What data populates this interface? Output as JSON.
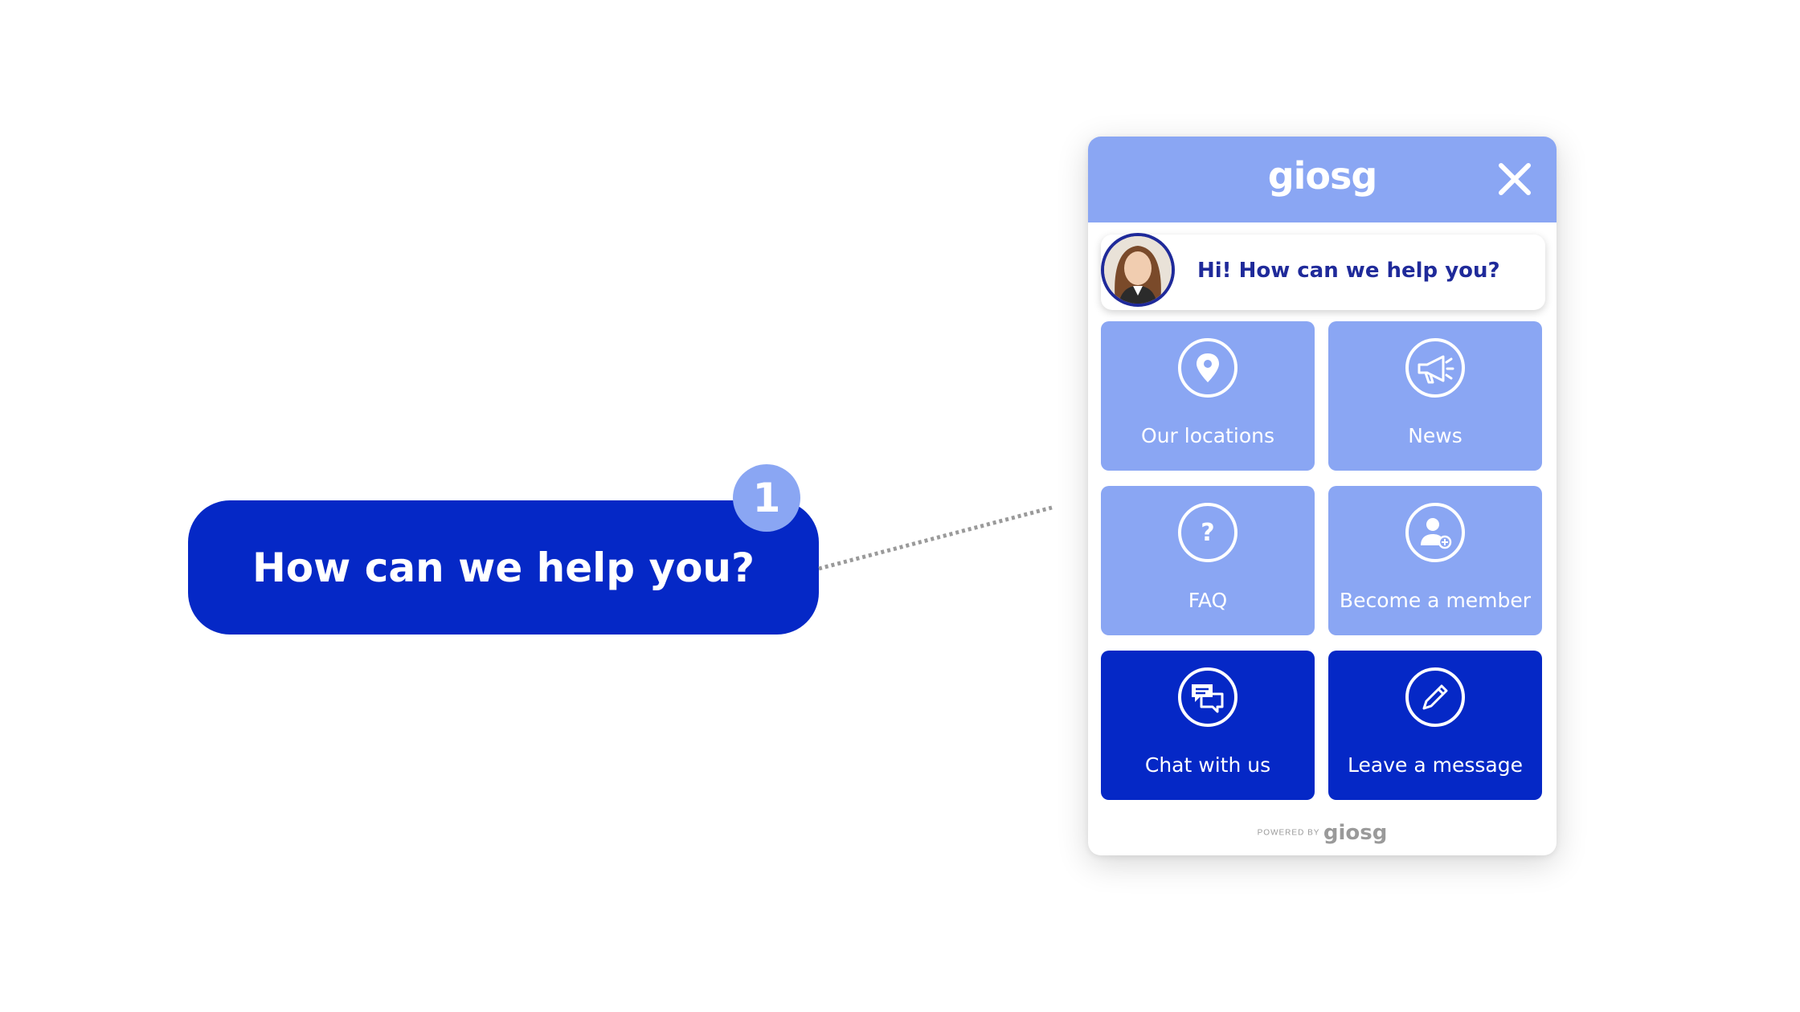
{
  "callout": {
    "text": "How can we help you?",
    "step_number": "1"
  },
  "widget": {
    "logo": "giosg",
    "close_icon": "close-icon",
    "greeting": "Hi! How can we help you?",
    "tiles": [
      {
        "label": "Our locations",
        "icon": "location-pin-icon",
        "style": "light"
      },
      {
        "label": "News",
        "icon": "megaphone-icon",
        "style": "light"
      },
      {
        "label": "FAQ",
        "icon": "question-icon",
        "style": "light"
      },
      {
        "label": "Become a member",
        "icon": "add-user-icon",
        "style": "light"
      },
      {
        "label": "Chat with us",
        "icon": "chat-bubbles-icon",
        "style": "dark"
      },
      {
        "label": "Leave a message",
        "icon": "pencil-icon",
        "style": "dark"
      }
    ],
    "footer": {
      "powered_by": "POWERED BY",
      "brand": "giosg"
    }
  },
  "colors": {
    "dark_blue": "#0528c6",
    "light_blue": "#8aa6f3",
    "greeting_text": "#1f2a9a"
  }
}
